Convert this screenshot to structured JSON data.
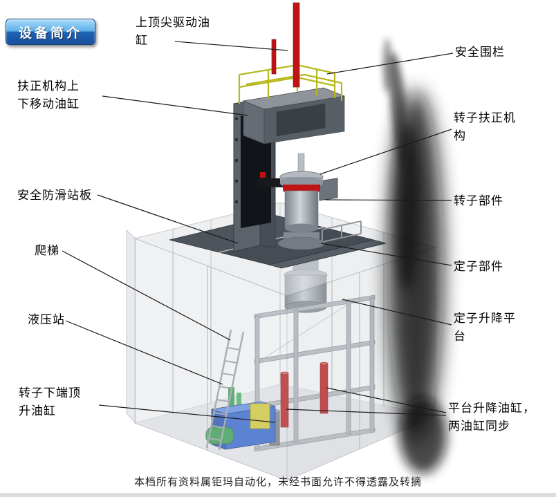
{
  "badge": {
    "label": "设备简介"
  },
  "labels": {
    "top_spindle_drive_cylinder": "上顶尖驱动油缸",
    "safety_fence": "安全围栏",
    "centering_mechanism_updown_cylinder": "扶正机构上下移动油缸",
    "rotor_centering_mechanism": "转子扶正机构",
    "safety_antislip_platform": "安全防滑站板",
    "rotor_component": "转子部件",
    "ladder": "爬梯",
    "stator_component": "定子部件",
    "hydraulic_station": "液压站",
    "stator_lifting_platform": "定子升降平台",
    "rotor_lower_jacking_cylinder": "转子下端顶升油缸",
    "platform_lifting_cylinders": "平台升降油缸，两油缸同步"
  },
  "footer": {
    "text": "本档所有资料属钜玛自动化，未经书面允许不得透露及转摘"
  },
  "colors": {
    "badge_top": "#aadcf8",
    "badge_bottom": "#1a4f9c",
    "cylinder_red": "#c01414",
    "railing_yellow": "#b6b81c",
    "hydraulic_blue": "#2a5fd0",
    "hydraulic_blue_top": "#5b8de8",
    "motor_green": "#2f9c4a",
    "valve_yellow": "#d8cc2e",
    "deck_gray": "#4d545c",
    "frame_gray": "#b5bac0"
  }
}
